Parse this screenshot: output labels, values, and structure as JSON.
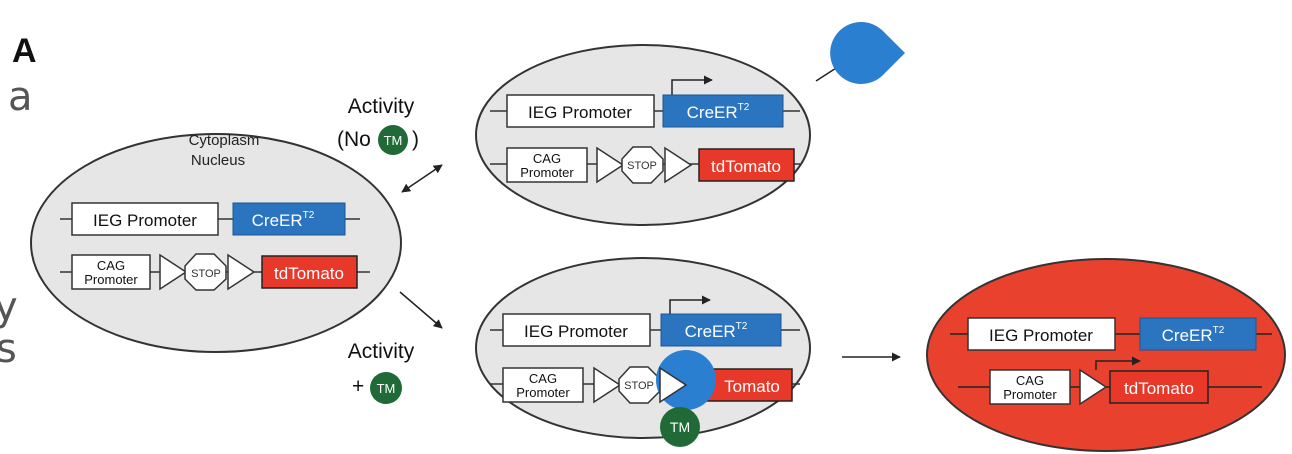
{
  "panel_label": "A",
  "fragments": {
    "a": "a",
    "y": "y",
    "s": "s"
  },
  "cell": {
    "cytoplasm": "Cytoplasm",
    "nucleus": "Nucleus"
  },
  "labels": {
    "ieg_promoter": "IEG Promoter",
    "creer": "CreER",
    "creer_sup": "T2",
    "cag_line1": "CAG",
    "cag_line2": "Promoter",
    "stop": "STOP",
    "tdtomato": "tdTomato",
    "tomato_partial": "Tomato",
    "activity": "Activity",
    "no_prefix": "(No",
    "close_paren": ")",
    "plus": "+",
    "tm": "TM"
  },
  "colors": {
    "creer_blue": "#2a74c0",
    "tdtomato_red": "#e8382a",
    "tm_green": "#1f6a36",
    "cell_gray": "#e6e6e6",
    "active_cell_red": "#e8422f",
    "pacman_blue": "#2b7fd1"
  }
}
